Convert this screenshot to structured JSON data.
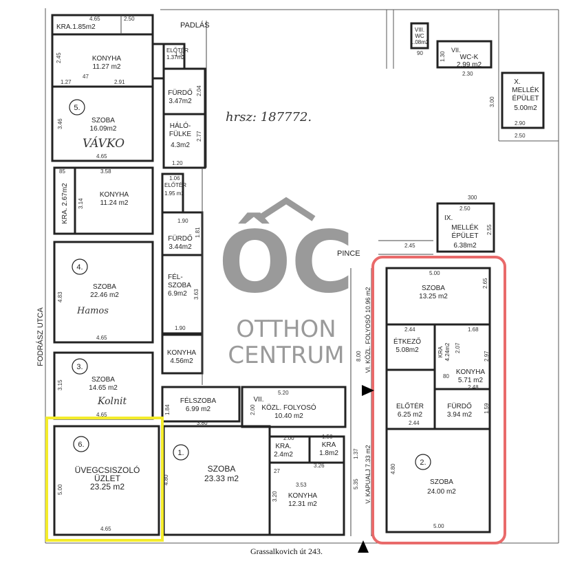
{
  "plot_id": "hrsz: 187772.",
  "street_side": "FODRÁSZ UTCA",
  "address": "Grassalkovich út 243.",
  "pince": "PINCE",
  "padlas": "PADLÁS",
  "logo": {
    "letters": "ÔC",
    "line1": "OTTHON",
    "line2": "CENTRUM"
  },
  "highlights": {
    "yellow": "#f4ec2a",
    "red": "#e96a6a"
  },
  "units": {
    "u1": "1.",
    "u2": "2.",
    "u3": "3.",
    "u4": "4.",
    "u5": "5.",
    "u6": "6."
  },
  "handwritten": {
    "u5": "VÁVKO",
    "u4": "Hamos",
    "u3": "Kolnit"
  },
  "rooms": {
    "kra_top": "KRA.1.85m2",
    "konyha5_name": "KONYHA",
    "konyha5_area": "11.27 m2",
    "szoba5_name": "SZOBA",
    "szoba5_area": "16.09m2",
    "eloter5": "ELŐTÉR",
    "eloter5_area": "1.37m2",
    "furdo5_name": "FÜRDŐ",
    "furdo5_area": "3.47m2",
    "halo_name1": "HÁLÓ-",
    "halo_name2": "FÜLKE",
    "halo_area": "4.3m2",
    "kra4": "KRA. 2.67m2",
    "konyha4_name": "KONYHA",
    "konyha4_area": "11.24 m2",
    "eloter4": "ELŐTÉR",
    "eloter4_area": "1.95 m2",
    "furdo4_name": "FÜRDŐ",
    "furdo4_area": "3.44m2",
    "szoba4_name": "SZOBA",
    "szoba4_area": "22.46 m2",
    "felszoba4_1": "FÉL-",
    "felszoba4_2": "SZOBA",
    "felszoba4_area": "6.9m2",
    "konyha3_name": "KONYHA",
    "konyha3_area": "4.56m2",
    "szoba3_name": "SZOBA",
    "szoba3_area": "14.65 m2",
    "felszoba3_name": "FÉLSZOBA",
    "felszoba3_area": "6.99 m2",
    "kozl7_1": "VII.",
    "kozl7_2": "KÖZL. FOLYOSÓ",
    "kozl7_area": "10.40 m2",
    "uzlet_1": "ÜVEGCSISZOLÓ",
    "uzlet_2": "ÜZLET",
    "uzlet_area": "23.25 m2",
    "szoba1_name": "SZOBA",
    "szoba1_area": "23.33 m2",
    "kra1a_name": "KRA.",
    "kra1a_area": "2.4m2",
    "kra1b_name": "KRA",
    "kra1b_area": "1.8m2",
    "konyha1_name": "KONYHA",
    "konyha1_area": "12.31 m2",
    "szoba2a_name": "SZOBA",
    "szoba2a_area": "13.25 m2",
    "etkezo_name": "ÉTKEZŐ",
    "etkezo_area": "5.08m2",
    "kra2": "KRA",
    "kra2_area": "4.24m2",
    "konyha2_name": "KONYHA",
    "konyha2_area": "5.71 m2",
    "eloter2_name": "ELŐTÉR",
    "eloter2_area": "6.25 m2",
    "furdo2_name": "FÜRDŐ",
    "furdo2_area": "3.94 m2",
    "szoba2b_name": "SZOBA",
    "szoba2b_area": "24.00 m2",
    "wc8_1": "VIII.",
    "wc8_2": "WC",
    "wc8_area": "1.08m2",
    "wck_1": "VII.",
    "wck_2": "WC-K",
    "wck_area": "2.99 m2",
    "mellek10_1": "X.",
    "mellek10_2": "MELLÉK",
    "mellek10_3": "ÉPÜLET",
    "mellek10_area": "5.00m2",
    "mellek9_1": "IX.",
    "mellek9_2": "MELLÉK",
    "mellek9_3": "ÉPÜLET",
    "mellek9_area": "6.38m2",
    "folyoso6": "VI. KÖZL. FOLYOSÓ 10.96 m2",
    "kapualj": "V. KAPUALJ 7.33 m2"
  },
  "dims": {
    "d465a": "4.65",
    "d250a": "2.50",
    "d245a": "2.45",
    "d127": "1.27",
    "d47": "47",
    "d291": "2.91",
    "d132": "1.32",
    "d204": "2.04",
    "d346": "3.46",
    "d465b": "4.65",
    "d120": "1.20",
    "d277": "2.77",
    "d85": "85",
    "d358": "3.58",
    "d314": "3.14",
    "d106": "1.06",
    "d190a": "1.90",
    "d181": "1.81",
    "d483": "4.83",
    "d465c": "4.65",
    "d363": "3.63",
    "d190b": "1.90",
    "d315": "3.15",
    "d465d": "4.65",
    "d380": "3.80",
    "d184": "1.84",
    "d520": "5.20",
    "d200a": "2.00",
    "d500": "5.00",
    "d465e": "4.65",
    "d480a": "4.80",
    "d200b": "2.00",
    "d150": "1.50",
    "d27": "27",
    "d353": "3.53",
    "d326": "3.26",
    "d320": "3.20",
    "d535": "5.35",
    "d137": "1.37",
    "d800": "8.00",
    "d500b": "5.00",
    "d265": "2.65",
    "d244a": "2.44",
    "d168": "1.68",
    "d207": "2.07",
    "d297": "2.97",
    "d80": "80",
    "d248": "2.48",
    "d244b": "2.44",
    "d159": "1.59",
    "d480b": "4.80",
    "d500c": "5.00",
    "d90": "90",
    "d130": "1.30",
    "d230": "2.30",
    "d300a": "3.00",
    "d290": "2.90",
    "d250b": "2.50",
    "d300b": "300",
    "d250c": "2.50",
    "d255": "2.55",
    "d245b": "2.45"
  }
}
